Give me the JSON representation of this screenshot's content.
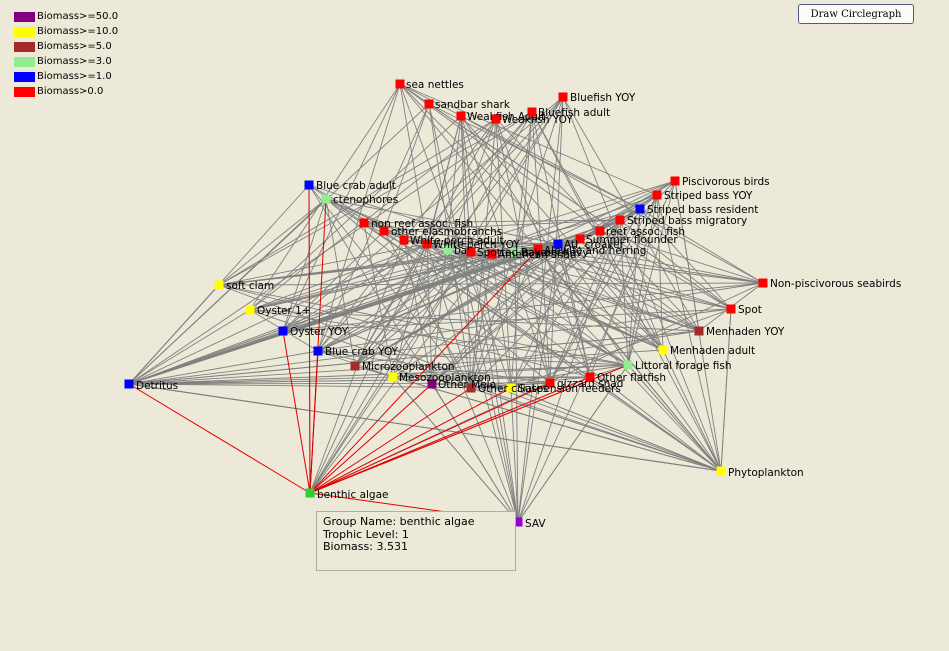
{
  "button_label": "Draw Circlegraph",
  "legend": [
    {
      "label": "Biomass>=50.0",
      "color": "#800080"
    },
    {
      "label": "Biomass>=10.0",
      "color": "#ffff00"
    },
    {
      "label": "Biomass>=5.0",
      "color": "#a52a2a"
    },
    {
      "label": "Biomass>=3.0",
      "color": "#90ee90"
    },
    {
      "label": "Biomass>=1.0",
      "color": "#0000ff"
    },
    {
      "label": "Biomass>0.0",
      "color": "#ff0000"
    }
  ],
  "info_box": {
    "group_name": "Group Name: benthic algae",
    "trophic_level": "Trophic Level: 1",
    "biomass": "Biomass: 3.531"
  },
  "nodes": [
    {
      "id": "sea_nettles",
      "label": "sea nettles",
      "color": "#ff0000"
    },
    {
      "id": "sandbar_shark",
      "label": "sandbar shark",
      "color": "#ff0000"
    },
    {
      "id": "bluefish_yoy",
      "label": "Bluefish YOY",
      "color": "#ff0000"
    },
    {
      "id": "weakfish_adult",
      "label": "Weakfish Adult",
      "color": "#ff0000"
    },
    {
      "id": "weakfish_yoy",
      "label": "Weakfish YOY",
      "color": "#ff0000"
    },
    {
      "id": "bluefish_adult",
      "label": "Bluefish adult",
      "color": "#ff0000"
    },
    {
      "id": "piscivorous_birds",
      "label": "Piscivorous birds",
      "color": "#ff0000"
    },
    {
      "id": "striped_bass_yoy",
      "label": "Striped bass YOY",
      "color": "#ff0000"
    },
    {
      "id": "striped_bass_resident",
      "label": "Striped bass resident",
      "color": "#0000ff"
    },
    {
      "id": "striped_bass_migratory",
      "label": "Striped bass migratory",
      "color": "#ff0000"
    },
    {
      "id": "reef_assoc_fish",
      "label": "reef assoc. fish",
      "color": "#ff0000"
    },
    {
      "id": "summer_flounder",
      "label": "Summer flounder",
      "color": "#ff0000"
    },
    {
      "id": "atl_croaker",
      "label": "Atl. croaker",
      "color": "#0000ff"
    },
    {
      "id": "alewife_herring",
      "label": "Alewife and herring",
      "color": "#ff0000"
    },
    {
      "id": "bay_anchovy",
      "label": "Bay anchovy",
      "color": "#90ee90"
    },
    {
      "id": "american_shad",
      "label": "American shad",
      "color": "#ff0000"
    },
    {
      "id": "spotted_hake",
      "label": "Spotted hake",
      "color": "#ff0000"
    },
    {
      "id": "bay_node",
      "label": "ba",
      "color": "#90ee90"
    },
    {
      "id": "white_perch_yoy",
      "label": "White perch YOY",
      "color": "#ff0000"
    },
    {
      "id": "white_perch_adult",
      "label": "White perch adult",
      "color": "#ff0000"
    },
    {
      "id": "other_elasmobranchs",
      "label": "other elasmobranchs",
      "color": "#ff0000"
    },
    {
      "id": "non_reef_assoc_fish",
      "label": "non reef assoc. fish",
      "color": "#ff0000"
    },
    {
      "id": "ctenophores",
      "label": "ctenophores",
      "color": "#90ee90"
    },
    {
      "id": "blue_crab_adult",
      "label": "Blue crab adult",
      "color": "#0000ff"
    },
    {
      "id": "non_piscivorous_seabirds",
      "label": "Non-piscivorous seabirds",
      "color": "#ff0000"
    },
    {
      "id": "spot",
      "label": "Spot",
      "color": "#ff0000"
    },
    {
      "id": "menhaden_yoy",
      "label": "Menhaden YOY",
      "color": "#a52a2a"
    },
    {
      "id": "menhaden_adult",
      "label": "Menhaden adult",
      "color": "#ffff00"
    },
    {
      "id": "littoral_forage_fish",
      "label": "Littoral forage fish",
      "color": "#90ee90"
    },
    {
      "id": "other_flatfish",
      "label": "Other flatfish",
      "color": "#ff0000"
    },
    {
      "id": "gizzard_shad",
      "label": "gizzard shad",
      "color": "#ff0000"
    },
    {
      "id": "suspension_feeders",
      "label": "Suspension feeders",
      "color": "#ffff00"
    },
    {
      "id": "other_ciliates",
      "label": "Other ciliates",
      "color": "#a52a2a"
    },
    {
      "id": "other_meio",
      "label": "Other Meio",
      "color": "#800080"
    },
    {
      "id": "mesozooplankton",
      "label": "Mesozooplankton",
      "color": "#ffff00"
    },
    {
      "id": "microzooplankton",
      "label": "Microzooplankton",
      "color": "#a52a2a"
    },
    {
      "id": "soft_clam",
      "label": "soft clam",
      "color": "#ffff00"
    },
    {
      "id": "oyster_1",
      "label": "Oyster 1+",
      "color": "#ffff00"
    },
    {
      "id": "oyster_yoy",
      "label": "Oyster YOY",
      "color": "#0000ff"
    },
    {
      "id": "blue_crab_yoy",
      "label": "Blue crab YOY",
      "color": "#0000ff"
    },
    {
      "id": "detritus",
      "label": "Detritus",
      "color": "#0000ff"
    },
    {
      "id": "phytoplankton",
      "label": "Phytoplankton",
      "color": "#ffff00"
    },
    {
      "id": "benthic_algae",
      "label": "benthic algae",
      "color": "#32cd32"
    },
    {
      "id": "sav",
      "label": "SAV",
      "color": "#9400d3"
    }
  ]
}
